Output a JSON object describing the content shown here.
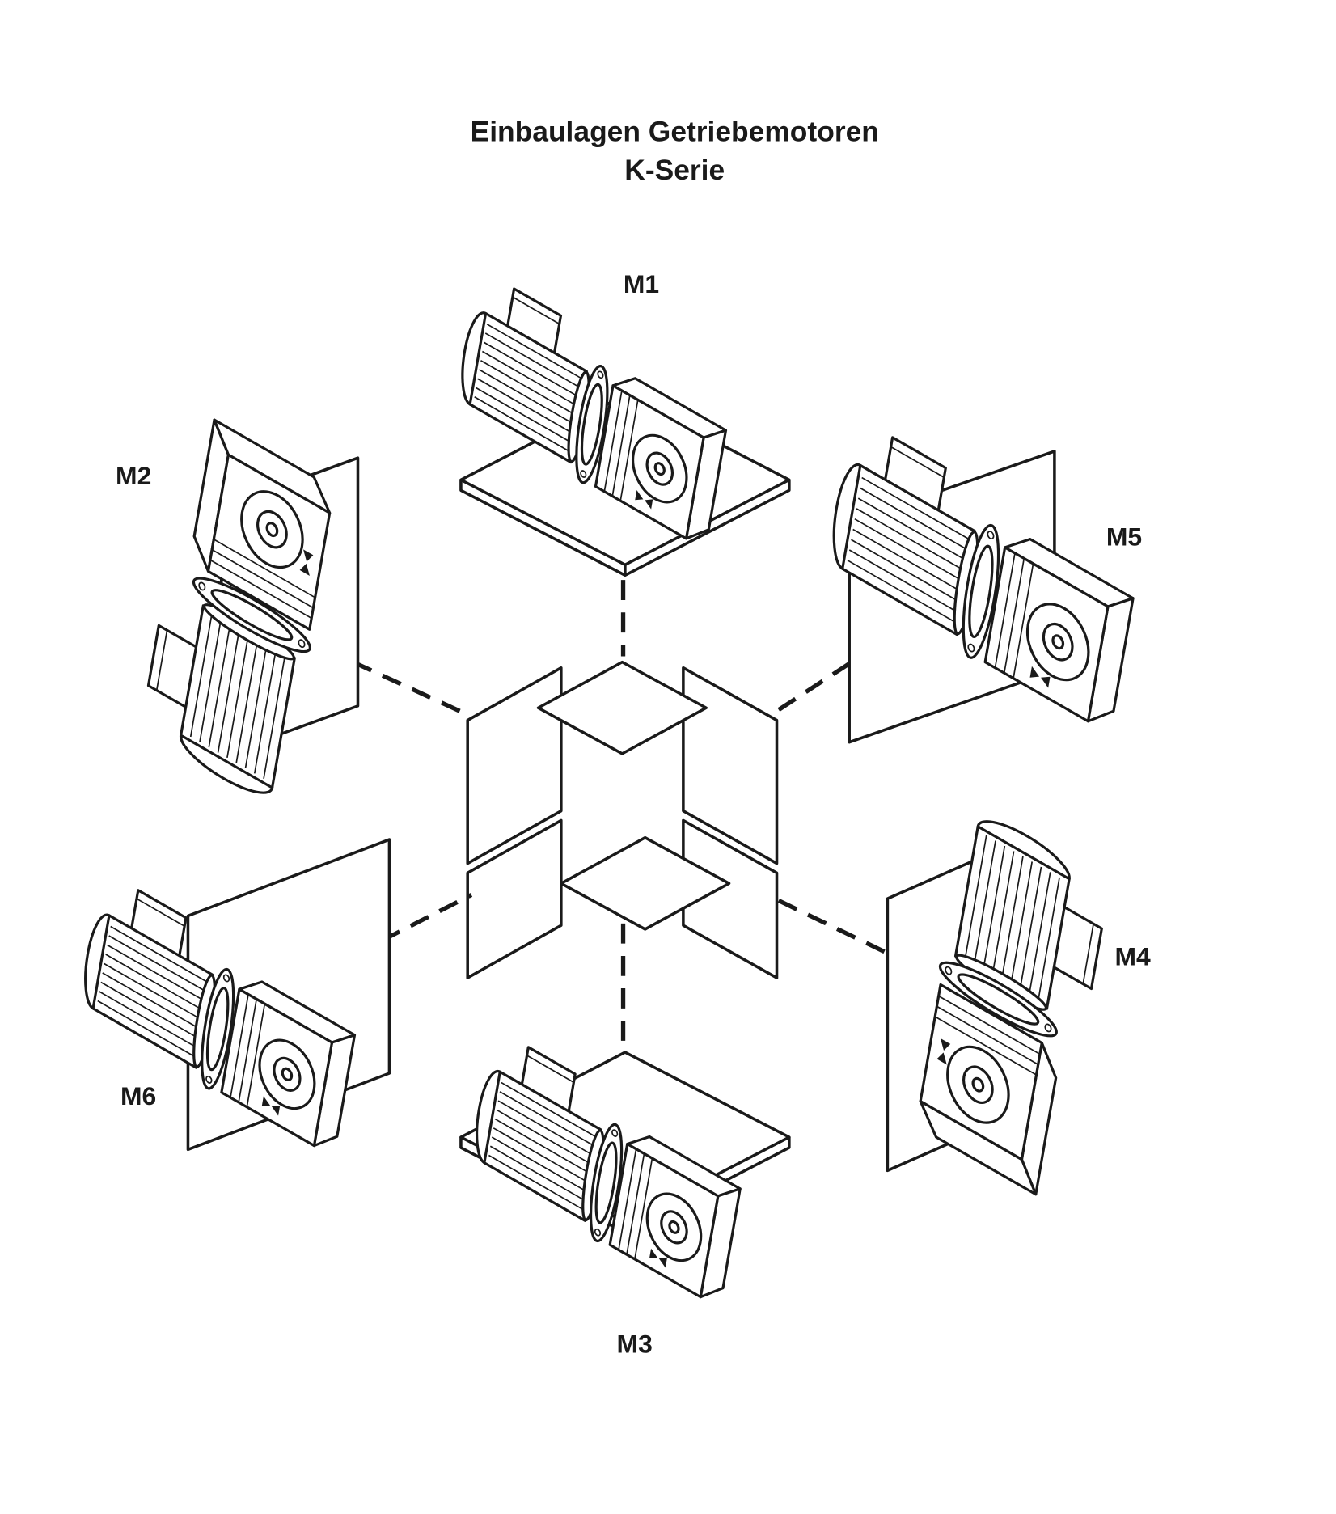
{
  "title": {
    "line1": "Einbaulagen Getriebemotoren",
    "line2": "K-Serie"
  },
  "positions": [
    {
      "label": "M1"
    },
    {
      "label": "M2"
    },
    {
      "label": "M3"
    },
    {
      "label": "M4"
    },
    {
      "label": "M5"
    },
    {
      "label": "M6"
    }
  ],
  "colors": {
    "line": "#1a1a1a",
    "background": "#ffffff"
  }
}
